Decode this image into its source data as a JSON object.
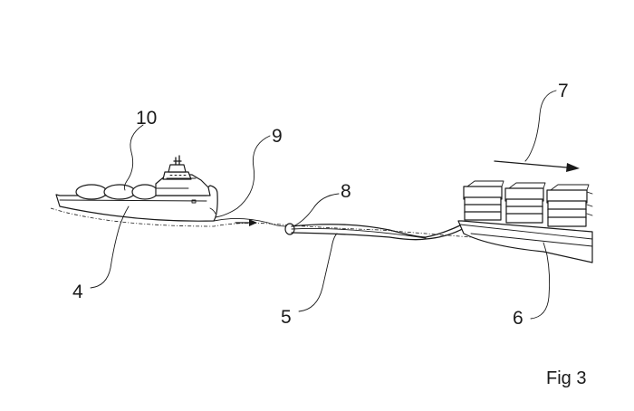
{
  "figure": {
    "caption": "Fig 3",
    "labels": {
      "ref_4": "4",
      "ref_5": "5",
      "ref_6": "6",
      "ref_7": "7",
      "ref_8": "8",
      "ref_9": "9",
      "ref_10": "10"
    }
  }
}
